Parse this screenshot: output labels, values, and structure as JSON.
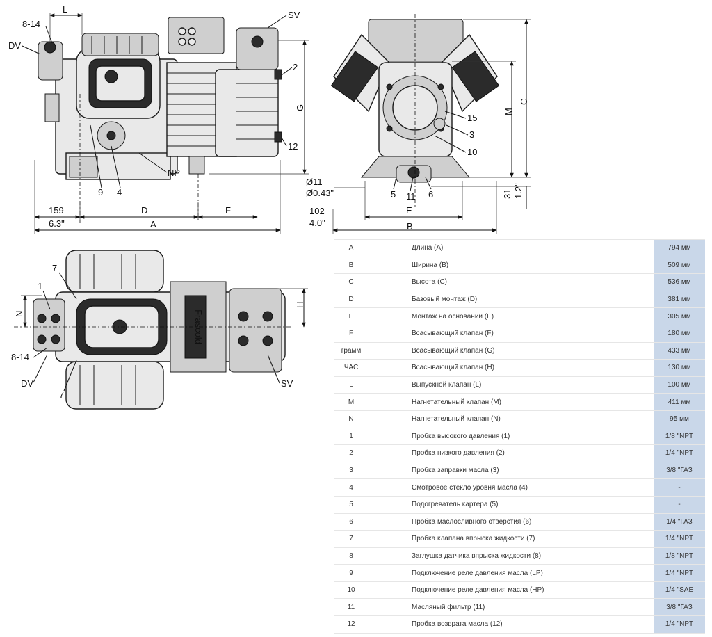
{
  "drawing": {
    "side_view": {
      "callouts": [
        "8-14",
        "DV",
        "L",
        "SV",
        "2",
        "12",
        "G",
        "NP",
        "9",
        "4"
      ],
      "dims": {
        "base_mm": "159",
        "base_in": "6.3\"",
        "d": "D",
        "f": "F",
        "a": "A"
      }
    },
    "end_view": {
      "callouts": [
        "15",
        "3",
        "10",
        "5",
        "11",
        "6",
        "M",
        "C"
      ],
      "dims": {
        "hole_mm": "Ø11",
        "hole_in": "Ø0.43\"",
        "offset_mm": "102",
        "offset_in": "4.0\"",
        "e": "E",
        "b": "B",
        "foot_mm": "31",
        "foot_in": "1.2\""
      }
    },
    "top_view": {
      "callouts": [
        "7",
        "1",
        "N",
        "8-14",
        "DV",
        "7",
        "H",
        "SV"
      ],
      "nameplate": "Frascold"
    }
  },
  "spec_table": {
    "rows": [
      {
        "code": "A",
        "name": "Длина (A)",
        "value": "794 мм"
      },
      {
        "code": "B",
        "name": "Ширина (B)",
        "value": "509 мм"
      },
      {
        "code": "C",
        "name": "Высота (C)",
        "value": "536 мм"
      },
      {
        "code": "D",
        "name": "Базовый монтаж (D)",
        "value": "381 мм"
      },
      {
        "code": "E",
        "name": "Монтаж на основании (E)",
        "value": "305 мм"
      },
      {
        "code": "F",
        "name": "Всасывающий клапан (F)",
        "value": "180 мм"
      },
      {
        "code": "грамм",
        "name": "Всасывающий клапан (G)",
        "value": "433 мм"
      },
      {
        "code": "ЧАС",
        "name": "Всасывающий клапан (H)",
        "value": "130 мм"
      },
      {
        "code": "L",
        "name": "Выпускной клапан (L)",
        "value": "100 мм"
      },
      {
        "code": "M",
        "name": "Нагнетательный клапан (M)",
        "value": "411 мм"
      },
      {
        "code": "N",
        "name": "Нагнетательный клапан (N)",
        "value": "95 мм"
      },
      {
        "code": "1",
        "name": "Пробка высокого давления (1)",
        "value": "1/8 \"NPT"
      },
      {
        "code": "2",
        "name": "Пробка низкого давления (2)",
        "value": "1/4 \"NPT"
      },
      {
        "code": "3",
        "name": "Пробка заправки масла (3)",
        "value": "3/8 \"ГАЗ"
      },
      {
        "code": "4",
        "name": "Смотровое стекло уровня масла (4)",
        "value": "-"
      },
      {
        "code": "5",
        "name": "Подогреватель картера (5)",
        "value": "-"
      },
      {
        "code": "6",
        "name": "Пробка маслосливного отверстия (6)",
        "value": "1/4 \"ГАЗ"
      },
      {
        "code": "7",
        "name": "Пробка клапана впрыска жидкости (7)",
        "value": "1/4 \"NPT"
      },
      {
        "code": "8",
        "name": "Заглушка датчика впрыска жидкости (8)",
        "value": "1/8 \"NPT"
      },
      {
        "code": "9",
        "name": "Подключение реле давления масла (LP)",
        "value": "1/4 \"NPT"
      },
      {
        "code": "10",
        "name": "Подключение реле давления масла (HP)",
        "value": "1/4 \"SAE"
      },
      {
        "code": "11",
        "name": "Масляный фильтр (11)",
        "value": "3/8 \"ГАЗ"
      },
      {
        "code": "12",
        "name": "Пробка возврата масла (12)",
        "value": "1/4 \"NPT"
      }
    ]
  }
}
